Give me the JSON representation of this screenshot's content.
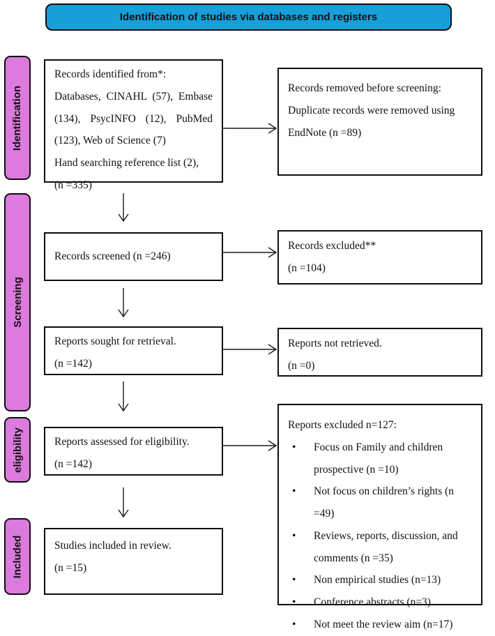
{
  "header": {
    "title": "Identification of studies via databases and registers"
  },
  "colors": {
    "header_fill": "#189FD8",
    "stage_fill": "#DD7ADD",
    "box_border": "#0d0d0d",
    "background": "#ffffff"
  },
  "stages": [
    {
      "label": "Identification"
    },
    {
      "label": "Screening"
    },
    {
      "label": "eligibility"
    },
    {
      "label": "Included"
    }
  ],
  "boxes": {
    "records_identified": {
      "text": "Records identified from*:\nDatabases, CINAHL (57), Embase (134), PsycINFO (12), PubMed (123), Web of Science (7)\nHand searching reference list (2),\n(n =335)"
    },
    "records_removed": {
      "text": "Records removed before screening:\nDuplicate records were removed using EndNote (n =89)"
    },
    "records_screened": {
      "text": "Records screened (n =246)"
    },
    "records_excluded": {
      "text": "Records excluded**\n(n =104)"
    },
    "reports_sought": {
      "text": "Reports sought for retrieval.\n(n =142)"
    },
    "reports_not_retrieved": {
      "text": "Reports not retrieved.\n(n =0)"
    },
    "reports_assessed": {
      "text": "Reports assessed for eligibility.\n(n =142)"
    },
    "reports_excluded": {
      "title": "Reports excluded n=127:",
      "bullet_glyph": "•",
      "bullets": [
        "Focus on Family and children prospective (n =10)",
        "Not focus on children’s rights (n =49)",
        "Reviews, reports, discussion, and comments (n =35)",
        "Non empirical studies (n=13)",
        "Conference abstracts (n=3)",
        "Not meet the review aim (n=17)"
      ]
    },
    "studies_included": {
      "text": "Studies included in review.\n(n =15)"
    }
  }
}
